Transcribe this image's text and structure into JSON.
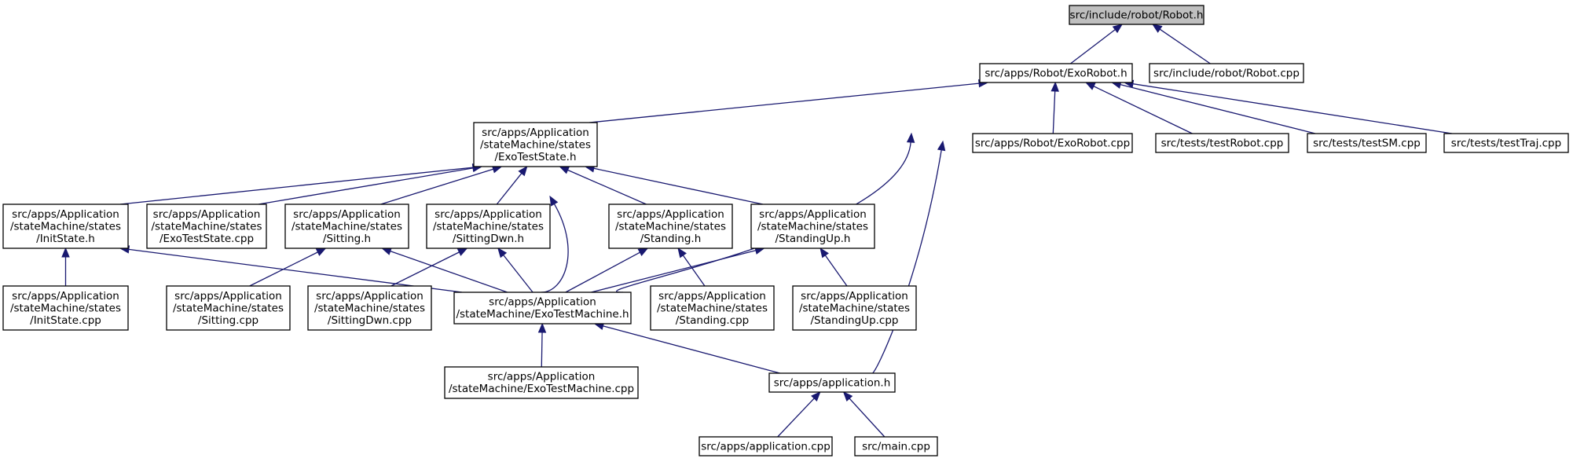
{
  "graph": {
    "nodes": [
      {
        "id": "robot_h",
        "lines": [
          "src/include/robot/Robot.h"
        ],
        "root": true
      },
      {
        "id": "exorobot_h",
        "lines": [
          "src/apps/Robot/ExoRobot.h"
        ]
      },
      {
        "id": "robot_cpp",
        "lines": [
          "src/include/robot/Robot.cpp"
        ]
      },
      {
        "id": "exoteststate_h",
        "lines": [
          "src/apps/Application",
          "/stateMachine/states",
          "/ExoTestState.h"
        ]
      },
      {
        "id": "exorobot_cpp",
        "lines": [
          "src/apps/Robot/ExoRobot.cpp"
        ]
      },
      {
        "id": "testrobot_cpp",
        "lines": [
          "src/tests/testRobot.cpp"
        ]
      },
      {
        "id": "testsm_cpp",
        "lines": [
          "src/tests/testSM.cpp"
        ]
      },
      {
        "id": "testtraj_cpp",
        "lines": [
          "src/tests/testTraj.cpp"
        ]
      },
      {
        "id": "initstate_h",
        "lines": [
          "src/apps/Application",
          "/stateMachine/states",
          "/InitState.h"
        ]
      },
      {
        "id": "exoteststate_cpp",
        "lines": [
          "src/apps/Application",
          "/stateMachine/states",
          "/ExoTestState.cpp"
        ]
      },
      {
        "id": "sitting_h",
        "lines": [
          "src/apps/Application",
          "/stateMachine/states",
          "/Sitting.h"
        ]
      },
      {
        "id": "sittingdwn_h",
        "lines": [
          "src/apps/Application",
          "/stateMachine/states",
          "/SittingDwn.h"
        ]
      },
      {
        "id": "standing_h",
        "lines": [
          "src/apps/Application",
          "/stateMachine/states",
          "/Standing.h"
        ]
      },
      {
        "id": "standingup_h",
        "lines": [
          "src/apps/Application",
          "/stateMachine/states",
          "/StandingUp.h"
        ]
      },
      {
        "id": "initstate_cpp",
        "lines": [
          "src/apps/Application",
          "/stateMachine/states",
          "/InitState.cpp"
        ]
      },
      {
        "id": "sitting_cpp",
        "lines": [
          "src/apps/Application",
          "/stateMachine/states",
          "/Sitting.cpp"
        ]
      },
      {
        "id": "sittingdwn_cpp",
        "lines": [
          "src/apps/Application",
          "/stateMachine/states",
          "/SittingDwn.cpp"
        ]
      },
      {
        "id": "exotestmachine_h",
        "lines": [
          "src/apps/Application",
          "/stateMachine/ExoTestMachine.h"
        ]
      },
      {
        "id": "standing_cpp",
        "lines": [
          "src/apps/Application",
          "/stateMachine/states",
          "/Standing.cpp"
        ]
      },
      {
        "id": "standingup_cpp",
        "lines": [
          "src/apps/Application",
          "/stateMachine/states",
          "/StandingUp.cpp"
        ]
      },
      {
        "id": "exotestmachine_cpp",
        "lines": [
          "src/apps/Application",
          "/stateMachine/ExoTestMachine.cpp"
        ]
      },
      {
        "id": "application_h",
        "lines": [
          "src/apps/application.h"
        ]
      },
      {
        "id": "application_cpp",
        "lines": [
          "src/apps/application.cpp"
        ]
      },
      {
        "id": "main_cpp",
        "lines": [
          "src/main.cpp"
        ]
      }
    ],
    "edges": [
      {
        "from": "exorobot_h",
        "to": "robot_h"
      },
      {
        "from": "robot_cpp",
        "to": "robot_h"
      },
      {
        "from": "exoteststate_h",
        "to": "exorobot_h"
      },
      {
        "from": "exorobot_cpp",
        "to": "exorobot_h"
      },
      {
        "from": "testrobot_cpp",
        "to": "exorobot_h"
      },
      {
        "from": "testsm_cpp",
        "to": "exorobot_h"
      },
      {
        "from": "testtraj_cpp",
        "to": "exorobot_h"
      },
      {
        "from": "exotestmachine_h",
        "to": "exorobot_h"
      },
      {
        "from": "application_h",
        "to": "exorobot_h"
      },
      {
        "from": "initstate_h",
        "to": "exoteststate_h"
      },
      {
        "from": "exoteststate_cpp",
        "to": "exoteststate_h"
      },
      {
        "from": "sitting_h",
        "to": "exoteststate_h"
      },
      {
        "from": "sittingdwn_h",
        "to": "exoteststate_h"
      },
      {
        "from": "exotestmachine_h",
        "to": "exoteststate_h"
      },
      {
        "from": "standing_h",
        "to": "exoteststate_h"
      },
      {
        "from": "standingup_h",
        "to": "exoteststate_h"
      },
      {
        "from": "initstate_cpp",
        "to": "initstate_h"
      },
      {
        "from": "exotestmachine_h",
        "to": "initstate_h"
      },
      {
        "from": "sitting_cpp",
        "to": "sitting_h"
      },
      {
        "from": "exotestmachine_h",
        "to": "sitting_h"
      },
      {
        "from": "sittingdwn_cpp",
        "to": "sittingdwn_h"
      },
      {
        "from": "exotestmachine_h",
        "to": "sittingdwn_h"
      },
      {
        "from": "exotestmachine_h",
        "to": "standing_h"
      },
      {
        "from": "standing_cpp",
        "to": "standing_h"
      },
      {
        "from": "exotestmachine_h",
        "to": "standingup_h"
      },
      {
        "from": "standingup_cpp",
        "to": "standingup_h"
      },
      {
        "from": "exotestmachine_cpp",
        "to": "exotestmachine_h"
      },
      {
        "from": "application_h",
        "to": "exotestmachine_h"
      },
      {
        "from": "application_cpp",
        "to": "application_h"
      },
      {
        "from": "main_cpp",
        "to": "application_h"
      }
    ]
  },
  "colors": {
    "edge": "#191970",
    "node_border": "#000000",
    "node_fill": "#ffffff",
    "root_fill": "#bfbfbf"
  }
}
